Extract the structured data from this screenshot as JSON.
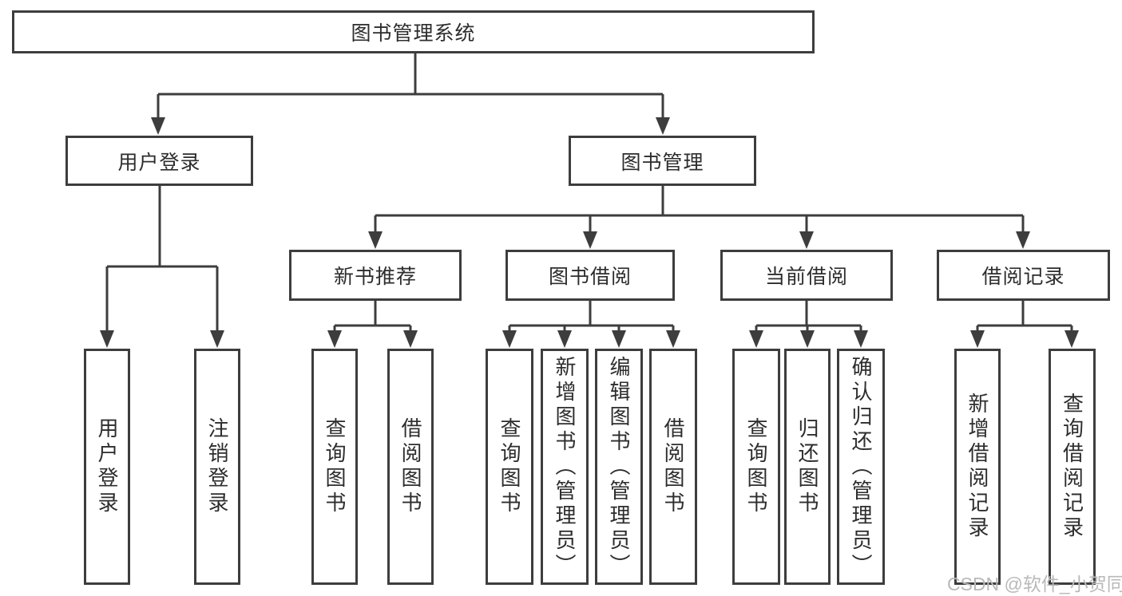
{
  "tree": {
    "root": {
      "label": "图书管理系统"
    },
    "branches": [
      {
        "label": "用户登录",
        "children": [
          {
            "label": "用户登录"
          },
          {
            "label": "注销登录"
          }
        ]
      },
      {
        "label": "图书管理",
        "children": [
          {
            "label": "新书推荐",
            "children": [
              {
                "label": "查询图书"
              },
              {
                "label": "借阅图书"
              }
            ]
          },
          {
            "label": "图书借阅",
            "children": [
              {
                "label": "查询图书"
              },
              {
                "label": "新增图书（管理员）"
              },
              {
                "label": "编辑图书（管理员）"
              },
              {
                "label": "借阅图书"
              }
            ]
          },
          {
            "label": "当前借阅",
            "children": [
              {
                "label": "查询图书"
              },
              {
                "label": "归还图书"
              },
              {
                "label": "确认归还（管理员）"
              }
            ]
          },
          {
            "label": "借阅记录",
            "children": [
              {
                "label": "新增借阅记录"
              },
              {
                "label": "查询借阅记录"
              }
            ]
          }
        ]
      }
    ]
  },
  "watermark": {
    "text": "CSDN @软件_小贺同学"
  },
  "colors": {
    "line": "#3d3d3d",
    "text": "#2d2d2d",
    "watermark": "#b9b9b9",
    "background": "#ffffff"
  }
}
